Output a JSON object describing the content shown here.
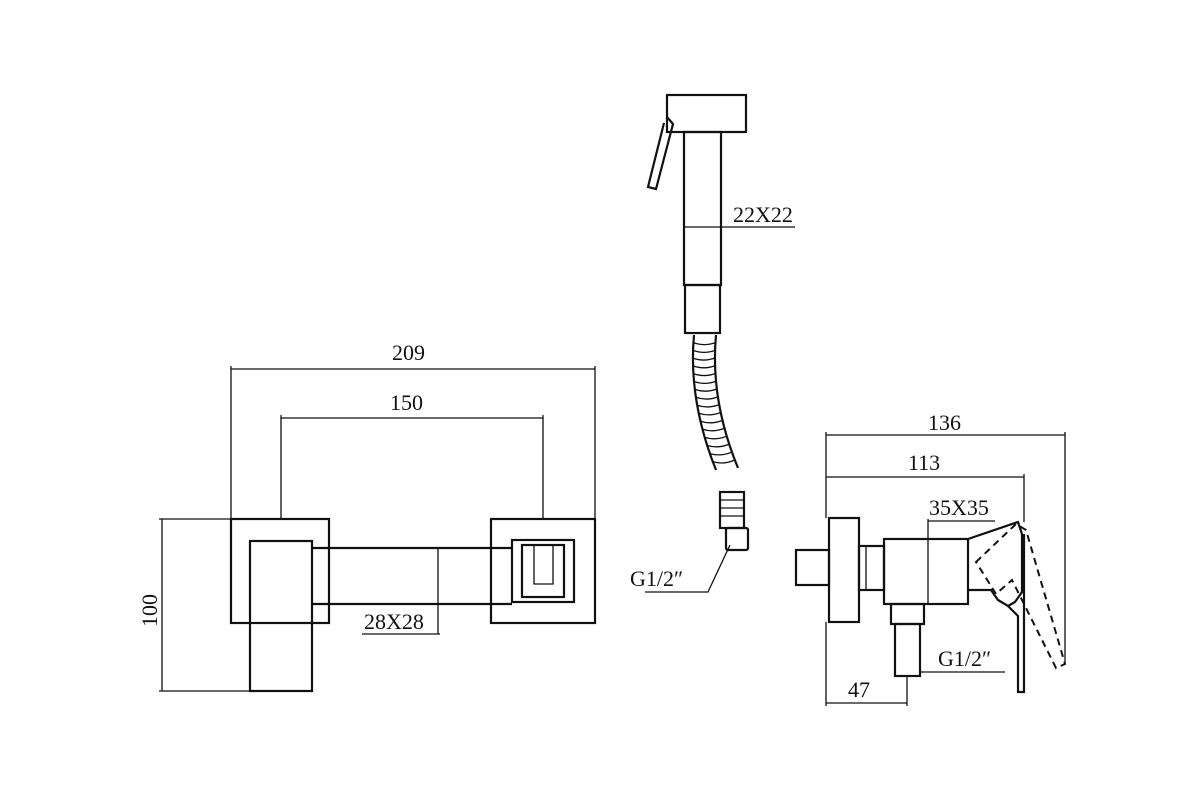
{
  "front_view": {
    "overall_width": "209",
    "mount_center_distance": "150",
    "height": "100",
    "bar_section": "28X28"
  },
  "sprayer": {
    "head_section": "22X22",
    "connector_thread": "G1/2″"
  },
  "side_view": {
    "total_depth": "136",
    "body_depth": "113",
    "body_section": "35X35",
    "outlet_thread": "G1/2″",
    "outlet_offset": "47"
  },
  "colors": {
    "line": "#111111",
    "background": "#ffffff"
  }
}
